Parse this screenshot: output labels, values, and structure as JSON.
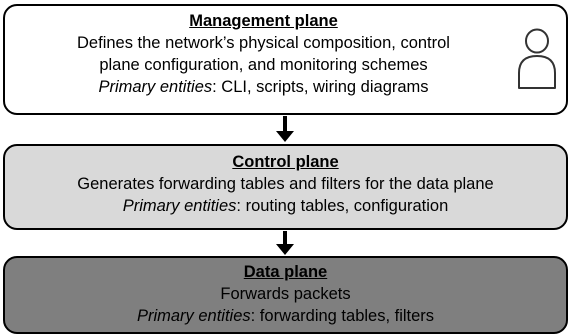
{
  "management_plane": {
    "title": "Management plane",
    "line1": "Defines the network’s physical composition, control",
    "line2": "plane configuration,  and monitoring schemes",
    "entities_label": "Primary entities",
    "entities_value": ": CLI, scripts, wiring diagrams",
    "icon": "person-icon",
    "fill": "#ffffff"
  },
  "control_plane": {
    "title": "Control plane",
    "line1": "Generates forwarding tables and filters for the data plane",
    "entities_label": "Primary entities",
    "entities_value": ": routing tables, configuration",
    "fill": "#d9d9d9"
  },
  "data_plane": {
    "title": "Data plane",
    "line1": "Forwards packets",
    "entities_label": "Primary entities",
    "entities_value": ": forwarding tables, filters",
    "fill": "#7f7f7f"
  }
}
